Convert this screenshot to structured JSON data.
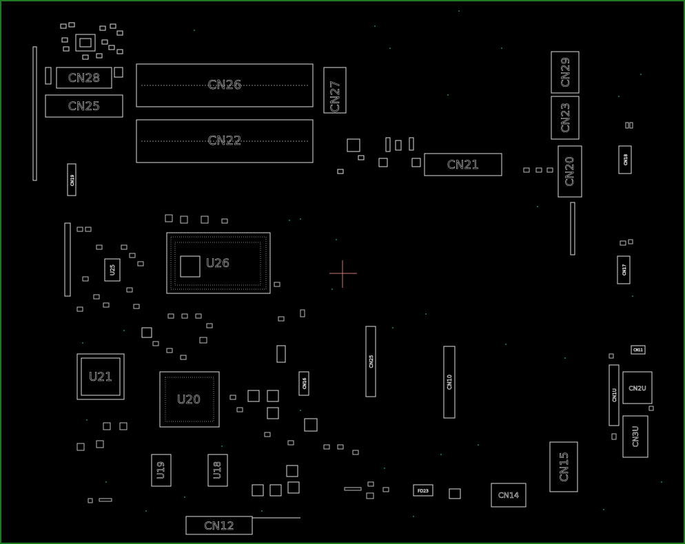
{
  "board": {
    "colors": {
      "background": "#000000",
      "frame": "#1f7a1f",
      "outline": "#e0e0e0",
      "via": "#1e8a5a",
      "crosshair": "#c87878"
    },
    "components": {
      "cn28": "CN28",
      "cn25": "CN25",
      "cn26": "CN26",
      "cn22": "CN22",
      "cn27": "CN27",
      "cn21": "CN21",
      "cn29": "CN29",
      "cn23": "CN23",
      "cn20": "CN20",
      "u26": "U26",
      "u25": "U25",
      "u21": "U21",
      "u20": "U20",
      "u19": "U19",
      "u18": "U18",
      "cn12": "CN12",
      "cn14": "CN14",
      "cn15": "CN15",
      "cn10": "CN10",
      "cn2u": "CN2U",
      "cn3u": "CN3U",
      "cn1u": "CN1U",
      "cn25b": "CN25",
      "cn16": "CN16",
      "cn19": "CN19",
      "cn18": "CN18",
      "cn17": "CN17",
      "fd23": "FD23",
      "cn11": "CN11"
    }
  }
}
